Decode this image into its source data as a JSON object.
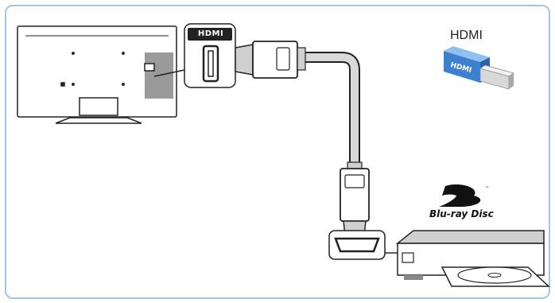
{
  "labels": {
    "hdmi_caption": "HDMI",
    "port_top_text": "HDMI",
    "hdmi_plug_text": "HDMI",
    "bluray_logo_text": "Blu-ray Disc",
    "bluray_tm": "™"
  },
  "colors": {
    "frame": "#9fc6e6",
    "plug_blue": "#3f7fd0",
    "plug_blue_light": "#8fc0f2",
    "connector_silver": "#cfcfcf",
    "cable_gray": "#d9d9d9",
    "outline": "#222222"
  },
  "icons": [
    "tv-back-icon",
    "hdmi-port-icon",
    "hdmi-cable-icon",
    "hdmi-plug-icon",
    "bluray-logo-icon",
    "bluray-player-icon",
    "disc-icon"
  ]
}
